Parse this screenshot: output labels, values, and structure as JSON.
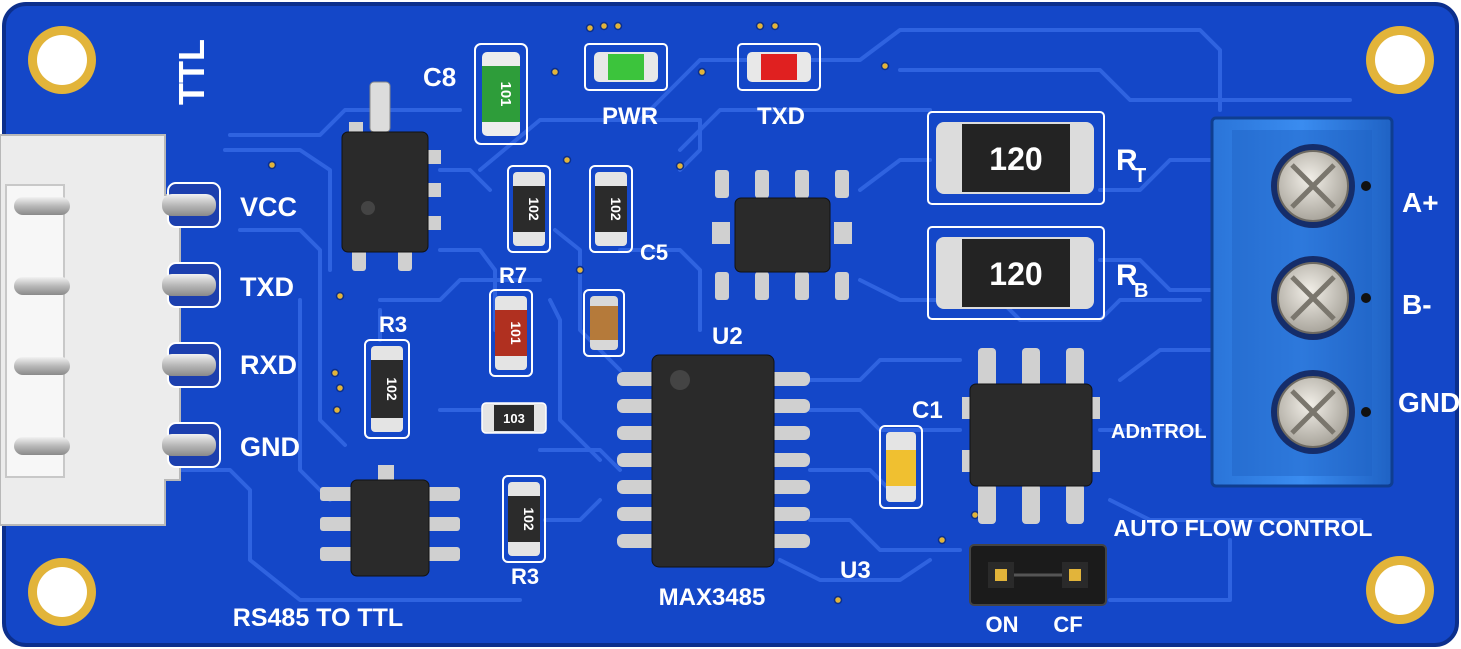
{
  "board": {
    "header_label": "TTL",
    "pins": [
      "VCC",
      "TXD",
      "RXD",
      "GND"
    ],
    "led_labels": {
      "power": "PWR",
      "tx": "TXD"
    },
    "terminal_labels": [
      "A+",
      "B-",
      "GND"
    ],
    "resistors": {
      "rt": {
        "value": "120",
        "label_main": "R",
        "label_sub": "T"
      },
      "rb": {
        "value": "120",
        "label_main": "R",
        "label_sub": "B"
      }
    },
    "refdes": {
      "c8": "C8",
      "c5": "C5",
      "r7": "R7",
      "r3_top": "R3",
      "r3_bottom": "R3",
      "u2": "U2",
      "u3": "U3",
      "c1": "C1"
    },
    "chip_labels": {
      "main_ic": "MAX3485",
      "control_ic": "ADnTROL"
    },
    "smd_marks": {
      "c8": "101",
      "r_a": "102",
      "r_b": "102",
      "r7": "101",
      "r3_top": "102",
      "r_small": "103",
      "r3_bottom": "102"
    },
    "flow_control": {
      "title": "AUTO FLOW CONTROL",
      "on_label": "ON",
      "off_label": "CF"
    },
    "product_label": "RS485 TO TTL"
  },
  "colors": {
    "pcb": "#1447c8",
    "trace": "#2f63e0",
    "silkscreen": "#ffffff",
    "gold": "#e2b43a",
    "terminal_block": "#2e7fe0",
    "led_power": "#3cc43c",
    "led_tx": "#e02020"
  }
}
